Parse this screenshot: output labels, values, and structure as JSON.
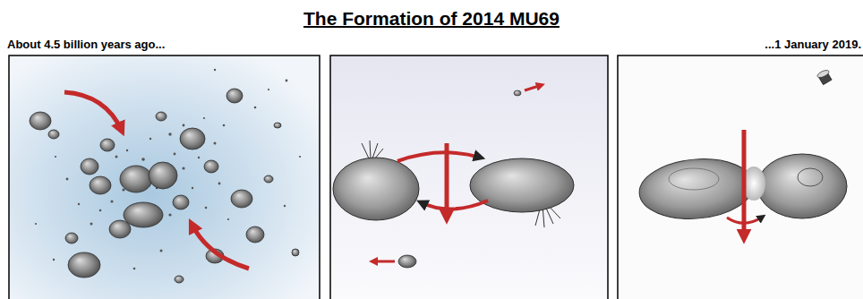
{
  "diagram": {
    "title": "The Formation of 2014 MU69",
    "labels": [
      "About 4.5 billion years ago...",
      "...1 January 2019."
    ]
  }
}
